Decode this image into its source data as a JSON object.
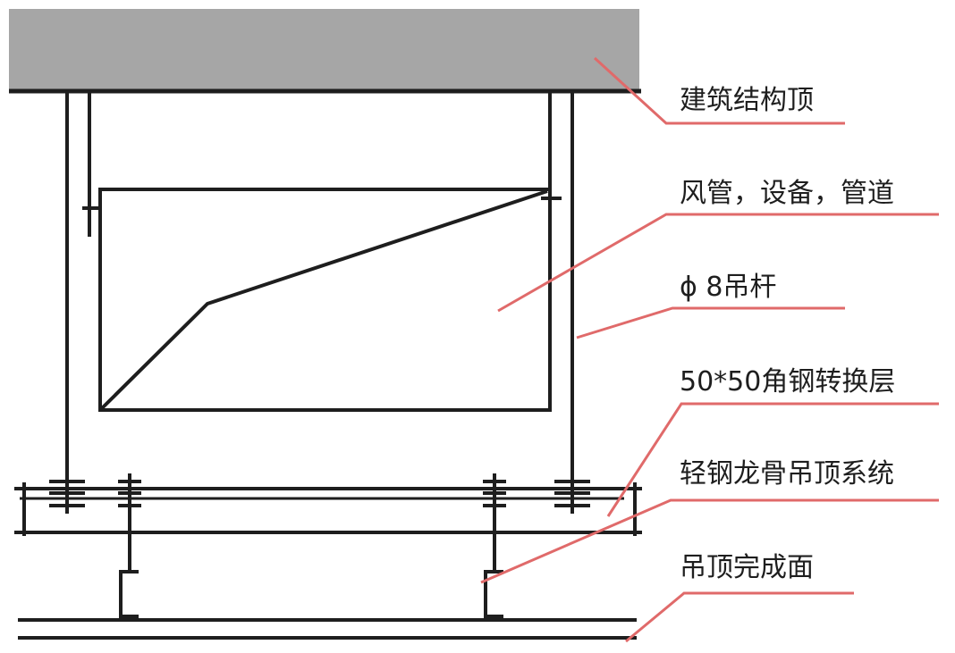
{
  "labels": {
    "structure_top": "建筑结构顶",
    "duct_equipment": "风管，设备，管道",
    "rod": "ϕ 8吊杆",
    "angle_steel_layer": "50*50角钢转换层",
    "light_steel_keel": "轻钢龙骨吊顶系统",
    "ceiling_finish": "吊顶完成面"
  },
  "colors": {
    "slab": "#a6a6a6",
    "line": "#1e1e1e",
    "leader": "#e06a6a"
  }
}
